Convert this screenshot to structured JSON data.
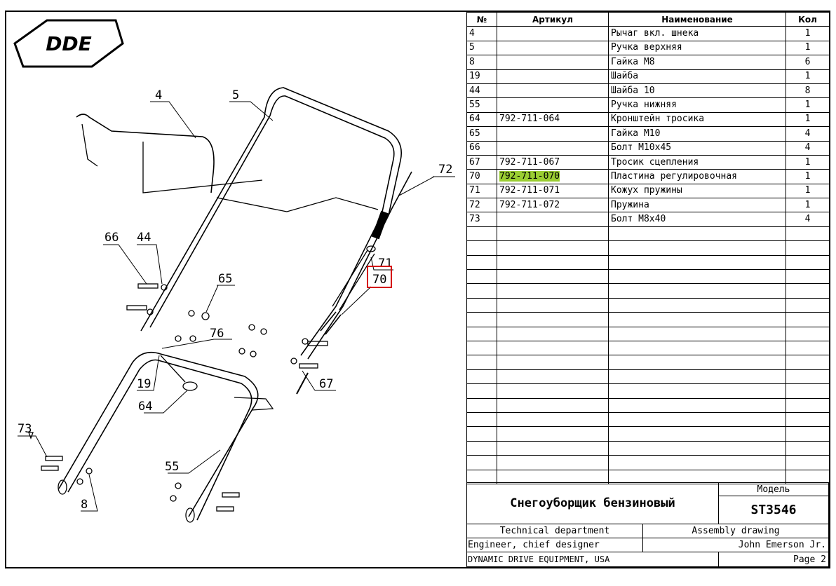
{
  "brand": "DDE",
  "table": {
    "headers": [
      "№",
      "Артикул",
      "Наименование",
      "Кол"
    ],
    "rows": [
      {
        "num": "4",
        "article": "",
        "name": "Рычаг вкл. шнека",
        "qty": "1"
      },
      {
        "num": "5",
        "article": "",
        "name": "Ручка верхняя",
        "qty": "1"
      },
      {
        "num": "8",
        "article": "",
        "name": "Гайка М8",
        "qty": "6"
      },
      {
        "num": "19",
        "article": "",
        "name": "Шайба",
        "qty": "1"
      },
      {
        "num": "44",
        "article": "",
        "name": "Шайба 10",
        "qty": "8"
      },
      {
        "num": "55",
        "article": "",
        "name": "Ручка нижняя",
        "qty": "1"
      },
      {
        "num": "64",
        "article": "792-711-064",
        "name": "Кронштейн тросика",
        "qty": "1"
      },
      {
        "num": "65",
        "article": "",
        "name": "Гайка М10",
        "qty": "4"
      },
      {
        "num": "66",
        "article": "",
        "name": "Болт М10х45",
        "qty": "4"
      },
      {
        "num": "67",
        "article": "792-711-067",
        "name": "Тросик сцепления",
        "qty": "1"
      },
      {
        "num": "70",
        "article": "792-711-070",
        "name": "Пластина регулировочная",
        "qty": "1",
        "highlight": true
      },
      {
        "num": "71",
        "article": "792-711-071",
        "name": "Кожух пружины",
        "qty": "1"
      },
      {
        "num": "72",
        "article": "792-711-072",
        "name": "Пружина",
        "qty": "1"
      },
      {
        "num": "73",
        "article": "",
        "name": "Болт М8х40",
        "qty": "4"
      }
    ],
    "empty_rows": 18
  },
  "title_block": {
    "product": "Снегоуборщик бензиновый",
    "model_label": "Модель",
    "model": "ST3546",
    "department": "Technical department",
    "drawing_type": "Assembly drawing",
    "role": "Engineer, chief designer",
    "engineer": "John Emerson Jr.",
    "company": "DYNAMIC DRIVE EQUIPMENT, USA",
    "page": "Page 2"
  },
  "callouts": [
    {
      "label": "4"
    },
    {
      "label": "5"
    },
    {
      "label": "72"
    },
    {
      "label": "66"
    },
    {
      "label": "44"
    },
    {
      "label": "65"
    },
    {
      "label": "71"
    },
    {
      "label": "70",
      "highlight": true
    },
    {
      "label": "76"
    },
    {
      "label": "19"
    },
    {
      "label": "64"
    },
    {
      "label": "67"
    },
    {
      "label": "73"
    },
    {
      "label": "55"
    },
    {
      "label": "8"
    }
  ],
  "colors": {
    "highlight": "#9acd32",
    "callout_box": "#d40000"
  }
}
